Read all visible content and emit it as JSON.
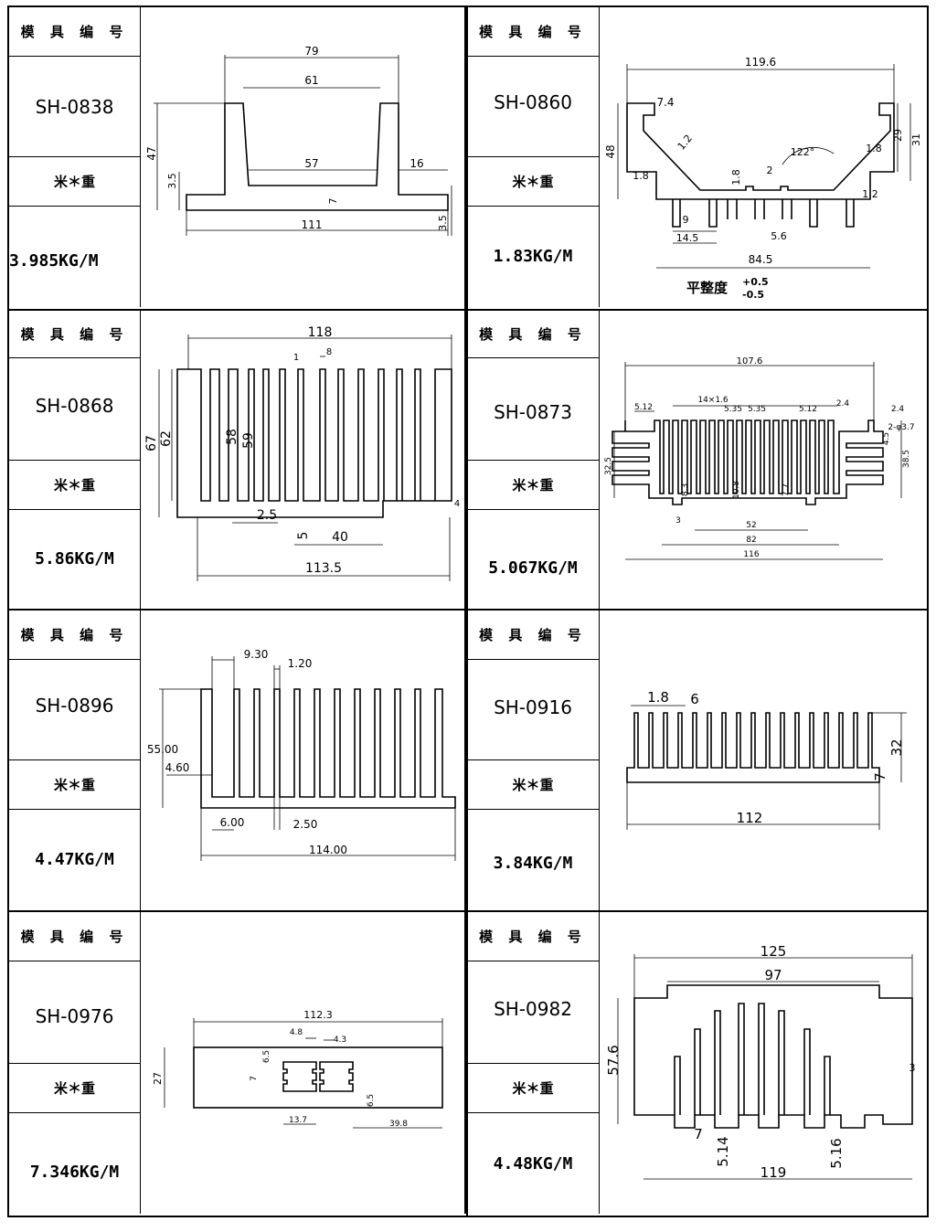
{
  "header_label": "模 具 编 号",
  "weight_label": "米＊重",
  "items": [
    {
      "code": "SH-0838",
      "weight": "3.985KG/M",
      "dims": {
        "a": "79",
        "b": "61",
        "c": "57",
        "d": "16",
        "e": "47",
        "f": "3.5",
        "g": "7",
        "h": "111",
        "i": "3.5"
      }
    },
    {
      "code": "SH-0860",
      "weight": "1.83KG/M",
      "dims": {
        "a": "119.6",
        "b": "7.4",
        "c": "1.2",
        "d": "48",
        "e": "1.8",
        "f": "1.8",
        "g": "2",
        "h": "122°",
        "i": "1.8",
        "j": "29",
        "k": "31",
        "l": "1.2",
        "m": "9",
        "n": "14.5",
        "o": "5.6",
        "p": "84.5"
      },
      "note": "平整度",
      "tol_plus": "+0.5",
      "tol_minus": "-0.5"
    },
    {
      "code": "SH-0868",
      "weight": "5.86KG/M",
      "dims": {
        "a": "118",
        "b": "1",
        "c": "8",
        "d": "67",
        "e": "62",
        "f": "58",
        "g": "59",
        "h": "2.5",
        "i": "5",
        "j": "40",
        "k": "113.5",
        "l": "4"
      }
    },
    {
      "code": "SH-0873",
      "weight": "5.067KG/M",
      "dims": {
        "a": "107.6",
        "b": "5.12",
        "c": "14×1.6",
        "d": "5.35",
        "e": "5.35",
        "f": "5.12",
        "g": "2.4",
        "h": "2.4",
        "i": "2-φ3.7",
        "j": "4.5",
        "k": "32.5",
        "l": "38.5",
        "m": "8.3",
        "n": "10.8",
        "o": "7.7",
        "p": "3",
        "q": "52",
        "r": "82",
        "s": "116"
      }
    },
    {
      "code": "SH-0896",
      "weight": "4.47KG/M",
      "dims": {
        "a": "9.30",
        "b": "1.20",
        "c": "55.00",
        "d": "4.60",
        "e": "6.00",
        "f": "2.50",
        "g": "114.00"
      }
    },
    {
      "code": "SH-0916",
      "weight": "3.84KG/M",
      "dims": {
        "a": "1.8",
        "b": "6",
        "c": "32",
        "d": "7",
        "e": "112"
      }
    },
    {
      "code": "SH-0976",
      "weight": "7.346KG/M",
      "dims": {
        "a": "112.3",
        "b": "4.8",
        "c": "4.3",
        "d": "6.5",
        "e": "27",
        "f": "7",
        "g": "6.5",
        "h": "13.7",
        "i": "39.8"
      }
    },
    {
      "code": "SH-0982",
      "weight": "4.48KG/M",
      "dims": {
        "a": "125",
        "b": "97",
        "c": "57.6",
        "d": "3",
        "e": "7",
        "f": "5.14",
        "g": "5.16",
        "h": "119"
      }
    }
  ]
}
